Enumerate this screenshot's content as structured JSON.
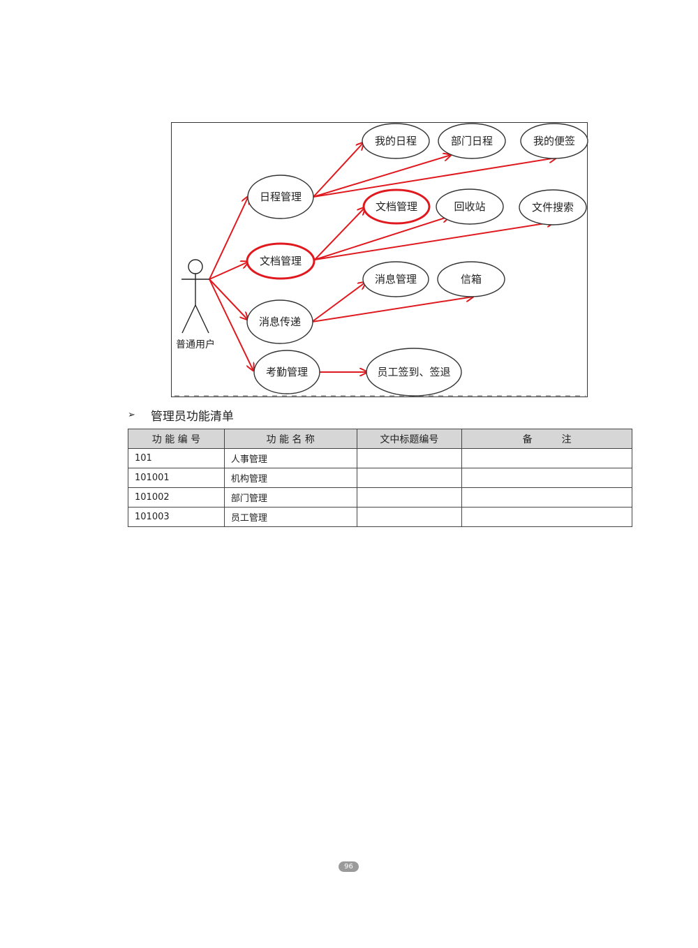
{
  "diagram": {
    "actor_label": "普通用户",
    "use_cases": {
      "schedule_mgmt": "日程管理",
      "doc_mgmt": "文档管理",
      "msg_delivery": "消息传递",
      "attendance_mgmt": "考勤管理",
      "my_schedule": "我的日程",
      "dept_schedule": "部门日程",
      "my_notes": "我的便签",
      "doc_mgmt_sub": "文档管理",
      "recycle_bin": "回收站",
      "file_search": "文件搜索",
      "msg_mgmt": "消息管理",
      "mailbox": "信箱",
      "checkin_checkout": "员工签到、签退"
    },
    "colors": {
      "arrow": "#e0191f",
      "highlight": "#e0191f",
      "ellipse_stroke": "#333333"
    }
  },
  "section": {
    "bullet": "➢",
    "title": "管理员功能清单"
  },
  "table": {
    "headers": [
      "功 能 编 号",
      "功 能 名 称",
      "文中标题编号",
      "备　　　注"
    ],
    "rows": [
      [
        "101",
        "人事管理",
        "",
        ""
      ],
      [
        "101001",
        "机构管理",
        "",
        ""
      ],
      [
        "101002",
        "部门管理",
        "",
        ""
      ],
      [
        "101003",
        "员工管理",
        "",
        ""
      ]
    ]
  },
  "page_number": "96"
}
